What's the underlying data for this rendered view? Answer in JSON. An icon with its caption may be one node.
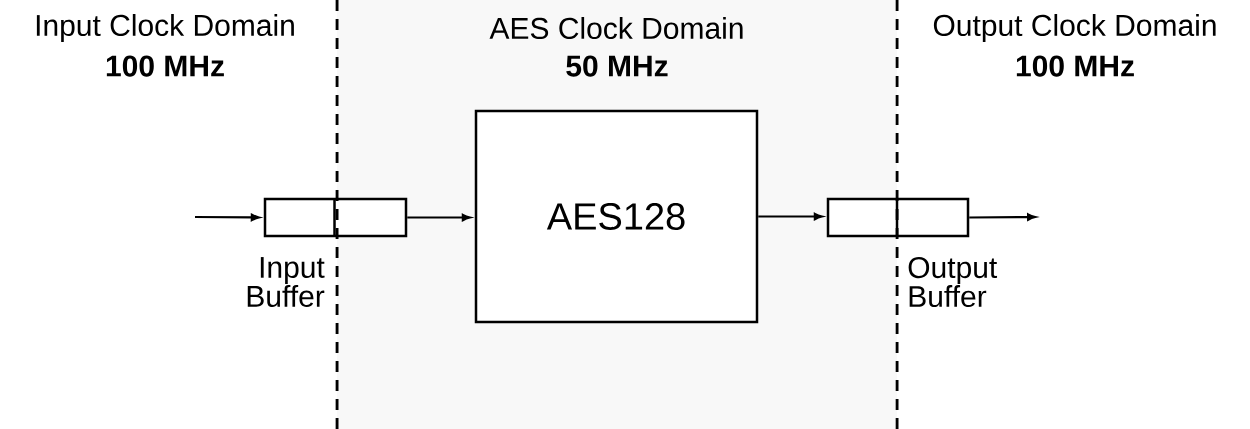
{
  "diagram": {
    "nodes": [
      {
        "text": [
          "AES Clock Domain",
          "50 MHz"
        ]
      },
      {
        "text": [],
        "shape": "box",
        "beside": [
          "Input Buffer"
        ]
      },
      {
        "text": [
          "AES128"
        ],
        "in": 0
      },
      {
        "text": [],
        "shape": "box",
        "beside": [
          "Output Buffer"
        ]
      }
    ],
    "edges": [
      {
        "from": null,
        "to": 1,
        "arrow": "to"
      },
      {
        "from": 1,
        "to": 2,
        "arrow": "to"
      },
      {
        "from": 2,
        "to": 3,
        "arrow": "to"
      },
      {
        "from": 3,
        "to": null,
        "arrow": "to"
      }
    ],
    "labels": [
      "Input Clock Domain",
      "100 MHz",
      "Output Clock Domain",
      "100 MHz"
    ]
  }
}
